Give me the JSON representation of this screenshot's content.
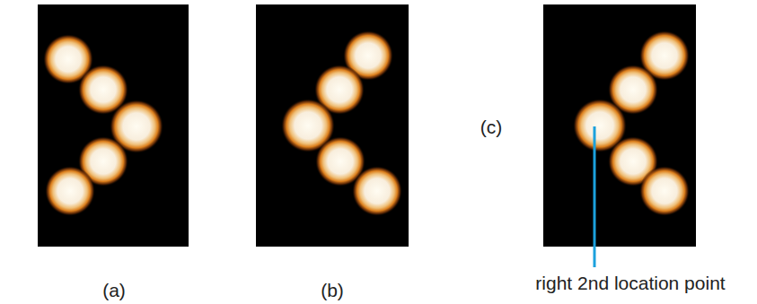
{
  "diagram": {
    "labels": [
      "(a)",
      "(b)",
      "(c)",
      "right 2nd location point"
    ]
  }
}
